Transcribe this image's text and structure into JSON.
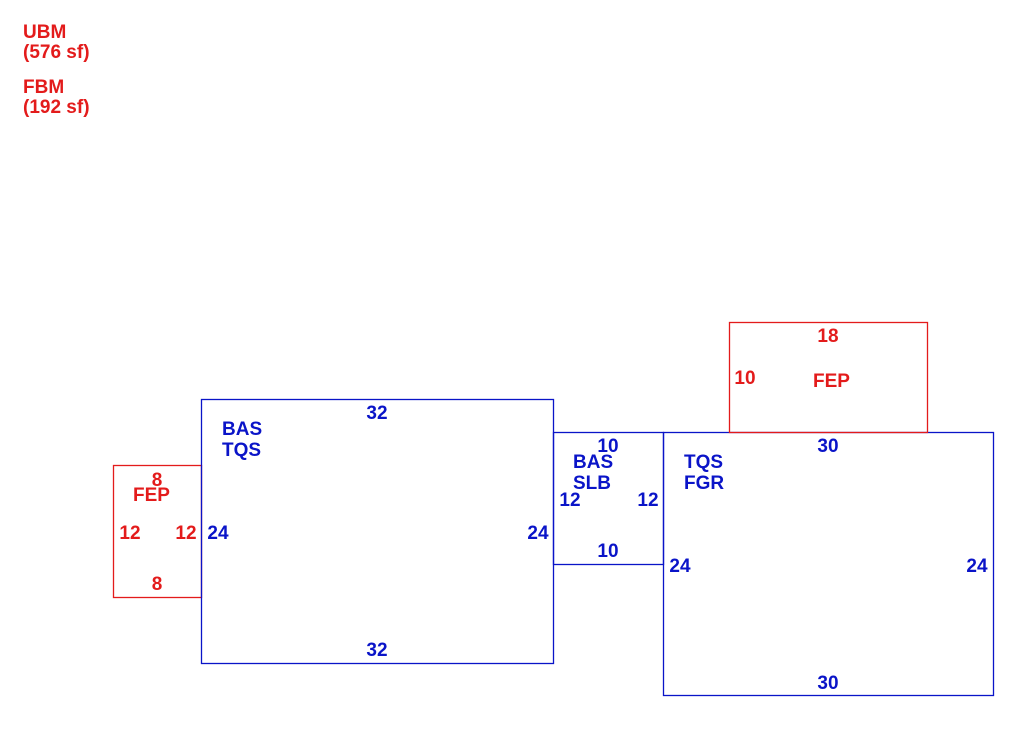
{
  "colors": {
    "main": "#0a14c8",
    "addition": "#e31b1b",
    "background": "#ffffff"
  },
  "legend": [
    {
      "code": "UBM",
      "area": "(576 sf)"
    },
    {
      "code": "FBM",
      "area": "(192 sf)"
    }
  ],
  "sections": [
    {
      "id": "left-porch",
      "codes": [
        "FEP"
      ],
      "color": "addition",
      "dims": [
        "8",
        "12",
        "8",
        "12"
      ]
    },
    {
      "id": "main-block",
      "codes": [
        "BAS",
        "TQS"
      ],
      "color": "main",
      "dims": [
        "32",
        "24",
        "32",
        "24"
      ]
    },
    {
      "id": "connector",
      "codes": [
        "BAS",
        "SLB"
      ],
      "color": "main",
      "dims": [
        "10",
        "12",
        "10",
        "12"
      ]
    },
    {
      "id": "garage-block",
      "codes": [
        "TQS",
        "FGR"
      ],
      "color": "main",
      "dims": [
        "30",
        "24",
        "30",
        "24"
      ]
    },
    {
      "id": "top-porch",
      "codes": [
        "FEP"
      ],
      "color": "addition",
      "dims": [
        "18",
        "10"
      ]
    }
  ]
}
